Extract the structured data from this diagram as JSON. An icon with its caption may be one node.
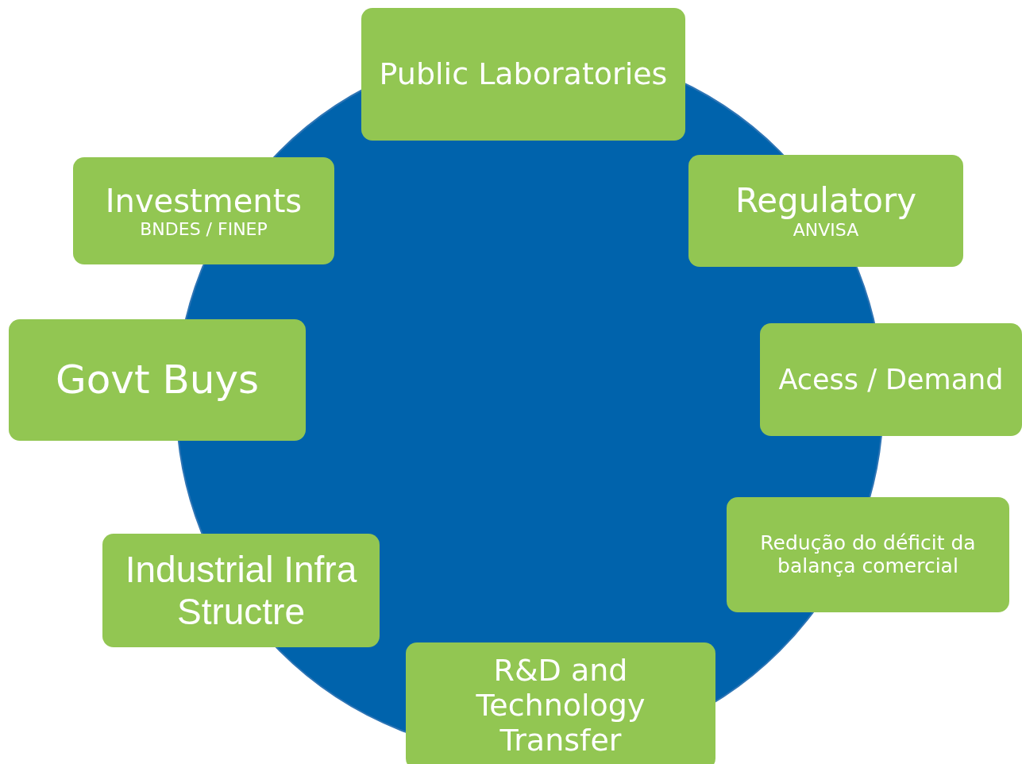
{
  "diagram": {
    "nodes": [
      {
        "text": [
          "Public Laboratories"
        ]
      },
      {
        "text": [
          "Investments",
          "BNDES / FINEP"
        ]
      },
      {
        "text": [
          "Regulatory",
          "ANVISA"
        ]
      },
      {
        "text": [
          "Govt Buys"
        ]
      },
      {
        "text": [
          "Acess / Demand"
        ]
      },
      {
        "text": [
          "Redução do déficit da balança comercial"
        ]
      },
      {
        "text": [
          "Industrial Infra Structre"
        ]
      },
      {
        "text": [
          "R&D and Technology Transfer"
        ]
      }
    ]
  }
}
